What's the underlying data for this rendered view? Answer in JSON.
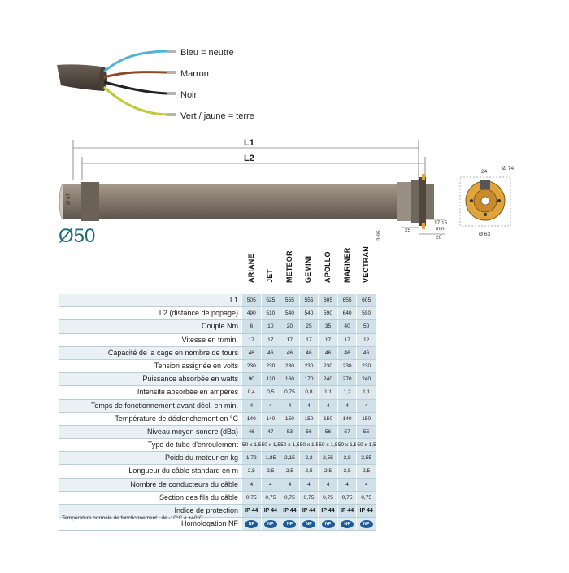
{
  "wires": [
    {
      "label": "Bleu = neutre",
      "color": "#4fb3d9"
    },
    {
      "label": "Marron",
      "color": "#8a4b2a"
    },
    {
      "label": "Noir",
      "color": "#222222"
    },
    {
      "label": "Vert / jaune = terre",
      "color": "#b8c832"
    }
  ],
  "dims": {
    "L1": "L1",
    "L2": "L2",
    "d47": "Ø 47",
    "d74": "Ø 74",
    "d63": "Ø 63",
    "w24": "24",
    "w25": "25",
    "w20": "20",
    "w3_95": "3,95",
    "w17_15": "17,15",
    "mini": "mini"
  },
  "diameter_label": "Ø50",
  "models": [
    "ARIANE",
    "JET",
    "METEOR",
    "GEMINI",
    "APOLLO",
    "MARINER",
    "VECTRAN"
  ],
  "rows": [
    {
      "label": "L1",
      "values": [
        "505",
        "525",
        "555",
        "555",
        "605",
        "655",
        "605"
      ]
    },
    {
      "label": "L2 (distance de popage)",
      "values": [
        "490",
        "510",
        "540",
        "540",
        "590",
        "640",
        "590"
      ]
    },
    {
      "label": "Couple Nm",
      "values": [
        "6",
        "10",
        "20",
        "25",
        "35",
        "40",
        "50"
      ]
    },
    {
      "label": "Vitesse en tr/min.",
      "values": [
        "17",
        "17",
        "17",
        "17",
        "17",
        "17",
        "12"
      ]
    },
    {
      "label": "Capacité de la cage en nombre de tours",
      "values": [
        "46",
        "46",
        "46",
        "46",
        "46",
        "46",
        "46"
      ]
    },
    {
      "label": "Tension assignée en volts",
      "values": [
        "230",
        "230",
        "230",
        "230",
        "230",
        "230",
        "230"
      ]
    },
    {
      "label": "Puissance absorbée en watts",
      "values": [
        "90",
        "120",
        "160",
        "170",
        "240",
        "270",
        "240"
      ]
    },
    {
      "label": "Intensité absorbée en ampères",
      "values": [
        "0,4",
        "0,5",
        "0,75",
        "0,8",
        "1,1",
        "1,2",
        "1,1"
      ]
    },
    {
      "label": "Temps de fonctionnement avant décl. en min.",
      "values": [
        "4",
        "4",
        "4",
        "4",
        "4",
        "4",
        "4"
      ]
    },
    {
      "label": "Température de déclenchement en °C",
      "values": [
        "140",
        "140",
        "150",
        "150",
        "150",
        "140",
        "150"
      ]
    },
    {
      "label": "Niveau moyen sonore (dBa)",
      "values": [
        "46",
        "47",
        "53",
        "56",
        "56",
        "57",
        "55"
      ]
    },
    {
      "label": "Type de tube d'enroulement",
      "values": [
        "50 x 1,5",
        "50 x 1,5",
        "50 x 1,5",
        "50 x 1,5",
        "50 x 1,5",
        "50 x 1,5",
        "50 x 1,5"
      ]
    },
    {
      "label": "Poids du moteur en kg",
      "values": [
        "1,72",
        "1,85",
        "2,15",
        "2,2",
        "2,55",
        "2,8",
        "2,55"
      ]
    },
    {
      "label": "Longueur du câble standard en m",
      "values": [
        "2,5",
        "2,5",
        "2,5",
        "2,5",
        "2,5",
        "2,5",
        "2,5"
      ]
    },
    {
      "label": "Nombre de conducteurs du câble",
      "values": [
        "4",
        "4",
        "4",
        "4",
        "4",
        "4",
        "4"
      ]
    },
    {
      "label": "Section des fils du câble",
      "values": [
        "0,75",
        "0,75",
        "0,75",
        "0,75",
        "0,75",
        "0,75",
        "0,75"
      ]
    },
    {
      "label": "Indice de protection",
      "values": [
        "IP 44",
        "IP 44",
        "IP 44",
        "IP 44",
        "IP 44",
        "IP 44",
        "IP 44"
      ]
    },
    {
      "label": "Homologation NF",
      "values": [
        "NF",
        "NF",
        "NF",
        "NF",
        "NF",
        "NF",
        "NF"
      ]
    }
  ],
  "footnote": "Température normale de fonctionnement : de -10°C à +40°C",
  "colors": {
    "tube": "#8a7e70",
    "tube_dark": "#5e554b",
    "accent": "#1f6b7a",
    "head": "#e0a43a"
  }
}
